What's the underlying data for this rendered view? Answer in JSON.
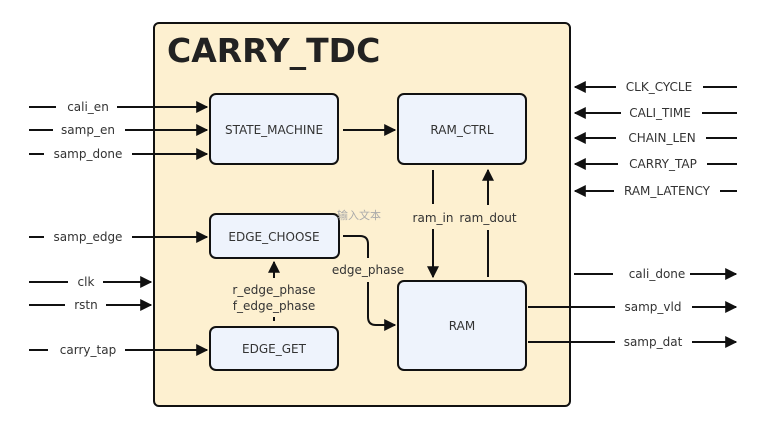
{
  "module": {
    "title": "CARRY_TDC",
    "fill": "#fdf0d0",
    "placeholder_text": "输入文本"
  },
  "colors": {
    "block_fill": "#eef3fc",
    "stroke": "#111111",
    "text": "#333333"
  },
  "blocks": {
    "state_machine": "STATE_MACHINE",
    "ram_ctrl": "RAM_CTRL",
    "edge_choose": "EDGE_CHOOSE",
    "edge_get": "EDGE_GET",
    "ram": "RAM"
  },
  "inputs": {
    "cali_en": "cali_en",
    "samp_en": "samp_en",
    "samp_done": "samp_done",
    "samp_edge": "samp_edge",
    "clk": "clk",
    "rstn": "rstn",
    "carry_tap": "carry_tap"
  },
  "parameters": {
    "clk_cycle": "CLK_CYCLE",
    "cali_time": "CALI_TIME",
    "chain_len": "CHAIN_LEN",
    "carry_tap": "CARRY_TAP",
    "ram_latency": "RAM_LATENCY"
  },
  "outputs": {
    "cali_done": "cali_done",
    "samp_vld": "samp_vld",
    "samp_dat": "samp_dat"
  },
  "internal_signals": {
    "ram_in": "ram_in",
    "ram_dout": "ram_dout",
    "edge_phase": "edge_phase",
    "r_edge_phase": "r_edge_phase",
    "f_edge_phase": "f_edge_phase"
  }
}
